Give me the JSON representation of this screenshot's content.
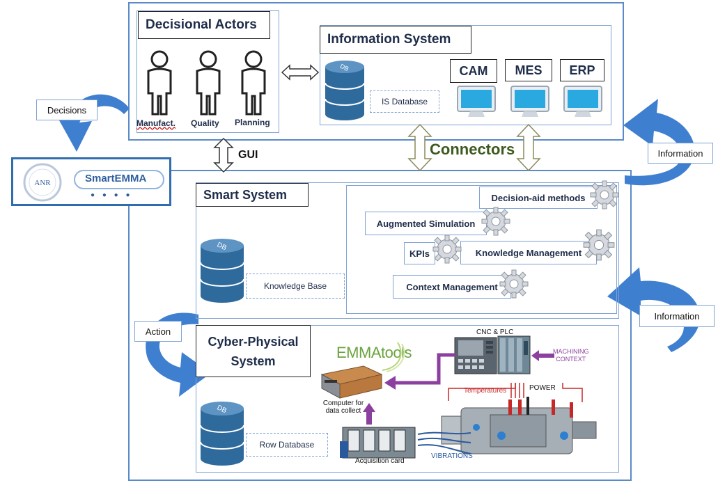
{
  "decisional_actors": {
    "title": "Decisional Actors",
    "actors": [
      "Manufact.",
      "Quality",
      "Planning"
    ]
  },
  "information_system": {
    "title": "Information System",
    "db_icon_text": "DB",
    "database_label": "IS Database",
    "systems": [
      "CAM",
      "MES",
      "ERP"
    ]
  },
  "labels": {
    "gui": "GUI",
    "connectors": "Connectors",
    "decisions": "Decisions",
    "information_top": "Information",
    "information_bottom": "Information",
    "action": "Action"
  },
  "logos": {
    "anr": "ANR",
    "smartemma": "SmartEMMA"
  },
  "smart_system": {
    "title": "Smart System",
    "db_icon_text": "DB",
    "knowledge_base": "Knowledge Base",
    "methods": [
      "Decision-aid  methods",
      "Augmented Simulation",
      "KPIs",
      "Knowledge Management",
      "Context Management"
    ]
  },
  "cyber_physical_system": {
    "title_line1": "Cyber-Physical",
    "title_line2": "System",
    "db_icon_text": "DB",
    "row_database": "Row Database",
    "emmatools": "EMMAtools",
    "computer_label_1": "Computer for",
    "computer_label_2": "data collect",
    "acquisition_card": "Acquisition card",
    "cnc_plc": "CNC & PLC",
    "machining_context_1": "MACHINING",
    "machining_context_2": "CONTEXT",
    "temperatures": "Temperatures",
    "power": "POWER",
    "vibrations": "VIBRATIONS"
  },
  "colors": {
    "frame": "#5b8ac8",
    "db": "#2f6a9c",
    "arrow": "#3f7fd0",
    "purple": "#8b3f9e",
    "connectors": "#3d5a1e"
  }
}
